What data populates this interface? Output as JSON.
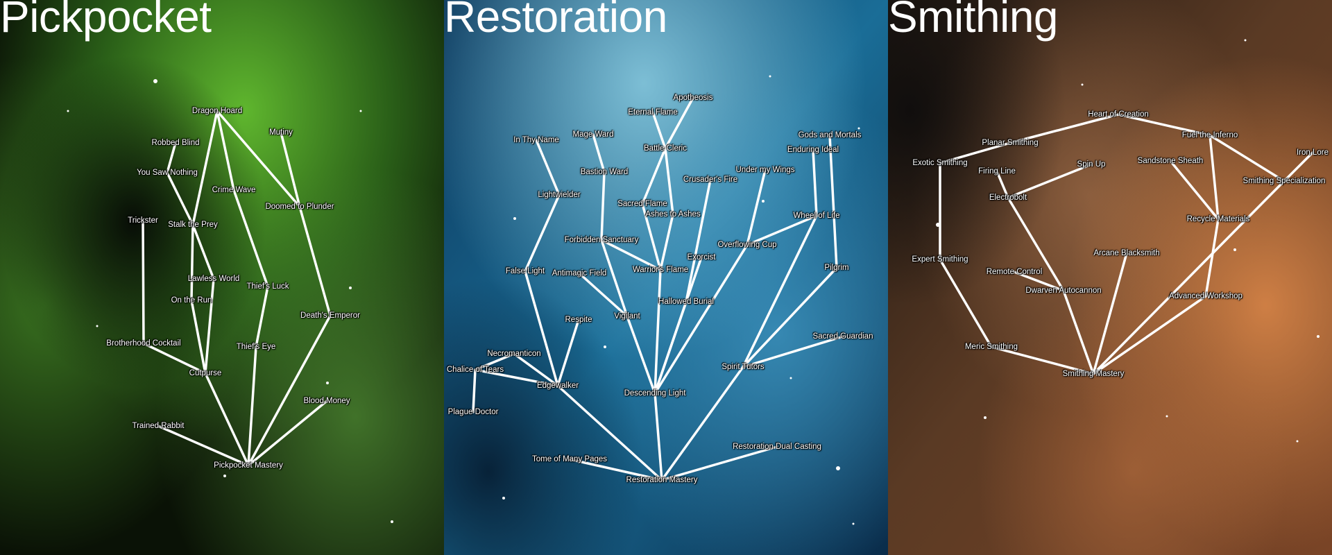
{
  "colors": {
    "pickpocket_bg": [
      "#0c1a08",
      "#2e6f16",
      "#59b52a",
      "#0a0f06"
    ],
    "restoration_bg": [
      "#0b2e4e",
      "#1f6b98",
      "#6fb7d6",
      "#08233e"
    ],
    "smithing_bg": [
      "#2c1d12",
      "#7a4a2a",
      "#c67a45",
      "#3a2416"
    ],
    "line": "#ffffff",
    "text": "#ffffff"
  },
  "trees": [
    {
      "title": "Pickpocket",
      "perks": [
        {
          "id": "dragon_hoard",
          "label": "Dragon Hoard"
        },
        {
          "id": "mutiny",
          "label": "Mutiny"
        },
        {
          "id": "robbed_blind",
          "label": "Robbed Blind"
        },
        {
          "id": "you_saw_nothing",
          "label": "You Saw Nothing"
        },
        {
          "id": "crime_wave",
          "label": "Crime Wave"
        },
        {
          "id": "doomed_to_plunder",
          "label": "Doomed to Plunder"
        },
        {
          "id": "trickster",
          "label": "Trickster"
        },
        {
          "id": "stalk_the_prey",
          "label": "Stalk the Prey"
        },
        {
          "id": "lawless_world",
          "label": "Lawless World"
        },
        {
          "id": "thiefs_luck",
          "label": "Thief's Luck"
        },
        {
          "id": "on_the_run",
          "label": "On the Run"
        },
        {
          "id": "deaths_emperor",
          "label": "Death's Emperor"
        },
        {
          "id": "brotherhood_cocktail",
          "label": "Brotherhood Cocktail"
        },
        {
          "id": "thiefs_eye",
          "label": "Thief's Eye"
        },
        {
          "id": "cutpurse",
          "label": "Cutpurse"
        },
        {
          "id": "blood_money",
          "label": "Blood Money"
        },
        {
          "id": "trained_rabbit",
          "label": "Trained Rabbit"
        },
        {
          "id": "pickpocket_mastery",
          "label": "Pickpocket Mastery"
        }
      ],
      "links": [
        [
          "pickpocket_mastery",
          "trained_rabbit"
        ],
        [
          "pickpocket_mastery",
          "cutpurse"
        ],
        [
          "pickpocket_mastery",
          "thiefs_eye"
        ],
        [
          "pickpocket_mastery",
          "deaths_emperor"
        ],
        [
          "pickpocket_mastery",
          "blood_money"
        ],
        [
          "cutpurse",
          "brotherhood_cocktail"
        ],
        [
          "brotherhood_cocktail",
          "trickster"
        ],
        [
          "cutpurse",
          "on_the_run"
        ],
        [
          "cutpurse",
          "lawless_world"
        ],
        [
          "on_the_run",
          "stalk_the_prey"
        ],
        [
          "lawless_world",
          "stalk_the_prey"
        ],
        [
          "stalk_the_prey",
          "you_saw_nothing"
        ],
        [
          "you_saw_nothing",
          "robbed_blind"
        ],
        [
          "stalk_the_prey",
          "dragon_hoard"
        ],
        [
          "thiefs_eye",
          "thiefs_luck"
        ],
        [
          "thiefs_luck",
          "crime_wave"
        ],
        [
          "crime_wave",
          "dragon_hoard"
        ],
        [
          "dragon_hoard",
          "doomed_to_plunder"
        ],
        [
          "doomed_to_plunder",
          "mutiny"
        ],
        [
          "doomed_to_plunder",
          "deaths_emperor"
        ]
      ]
    },
    {
      "title": "Restoration",
      "perks": [
        {
          "id": "apotheosis",
          "label": "Apotheosis"
        },
        {
          "id": "eternal_flame",
          "label": "Eternal Flame"
        },
        {
          "id": "mage_ward",
          "label": "Mage Ward"
        },
        {
          "id": "in_thy_name",
          "label": "In Thy Name"
        },
        {
          "id": "battle_cleric",
          "label": "Battle Cleric"
        },
        {
          "id": "gods_and_mortals",
          "label": "Gods and Mortals"
        },
        {
          "id": "enduring_ideal",
          "label": "Enduring Ideal"
        },
        {
          "id": "bastion_ward",
          "label": "Bastion Ward"
        },
        {
          "id": "under_my_wings",
          "label": "Under my Wings"
        },
        {
          "id": "crusaders_fire",
          "label": "Crusader's Fire"
        },
        {
          "id": "lightwielder",
          "label": "Lightwielder"
        },
        {
          "id": "sacred_flame",
          "label": "Sacred Flame"
        },
        {
          "id": "ashes_to_ashes",
          "label": "Ashes to Ashes"
        },
        {
          "id": "wheel_of_life",
          "label": "Wheel of Life"
        },
        {
          "id": "forbidden_sanctuary",
          "label": "Forbidden Sanctuary"
        },
        {
          "id": "overflowing_cup",
          "label": "Overflowing Cup"
        },
        {
          "id": "exorcist",
          "label": "Exorcist"
        },
        {
          "id": "false_light",
          "label": "False Light"
        },
        {
          "id": "antimagic_field",
          "label": "Antimagic Field"
        },
        {
          "id": "warriors_flame",
          "label": "Warrior's Flame"
        },
        {
          "id": "pilgrim",
          "label": "Pilgrim"
        },
        {
          "id": "hallowed_burial",
          "label": "Hallowed Burial"
        },
        {
          "id": "respite",
          "label": "Respite"
        },
        {
          "id": "vigilant",
          "label": "Vigilant"
        },
        {
          "id": "sacred_guardian",
          "label": "Sacred Guardian"
        },
        {
          "id": "necromanticon",
          "label": "Necromanticon"
        },
        {
          "id": "chalice_of_tears",
          "label": "Chalice of Tears"
        },
        {
          "id": "spirit_tutors",
          "label": "Spirit Tutors"
        },
        {
          "id": "edgewalker",
          "label": "Edgewalker"
        },
        {
          "id": "descending_light",
          "label": "Descending Light"
        },
        {
          "id": "plague_doctor",
          "label": "Plague Doctor"
        },
        {
          "id": "restoration_dual_casting",
          "label": "Restoration Dual Casting"
        },
        {
          "id": "tome_of_many_pages",
          "label": "Tome of Many Pages"
        },
        {
          "id": "restoration_mastery",
          "label": "Restoration Mastery"
        }
      ],
      "links": [
        [
          "restoration_mastery",
          "tome_of_many_pages"
        ],
        [
          "restoration_mastery",
          "restoration_dual_casting"
        ],
        [
          "restoration_mastery",
          "edgewalker"
        ],
        [
          "restoration_mastery",
          "descending_light"
        ],
        [
          "restoration_mastery",
          "spirit_tutors"
        ],
        [
          "edgewalker",
          "necromanticon"
        ],
        [
          "edgewalker",
          "chalice_of_tears"
        ],
        [
          "edgewalker",
          "respite"
        ],
        [
          "edgewalker",
          "false_light"
        ],
        [
          "chalice_of_tears",
          "necromanticon"
        ],
        [
          "chalice_of_tears",
          "plague_doctor"
        ],
        [
          "false_light",
          "lightwielder"
        ],
        [
          "lightwielder",
          "in_thy_name"
        ],
        [
          "descending_light",
          "vigilant"
        ],
        [
          "descending_light",
          "warriors_flame"
        ],
        [
          "descending_light",
          "hallowed_burial"
        ],
        [
          "descending_light",
          "exorcist"
        ],
        [
          "descending_light",
          "overflowing_cup"
        ],
        [
          "vigilant",
          "antimagic_field"
        ],
        [
          "vigilant",
          "forbidden_sanctuary"
        ],
        [
          "forbidden_sanctuary",
          "bastion_ward"
        ],
        [
          "forbidden_sanctuary",
          "warriors_flame"
        ],
        [
          "bastion_ward",
          "mage_ward"
        ],
        [
          "warriors_flame",
          "sacred_flame"
        ],
        [
          "warriors_flame",
          "ashes_to_ashes"
        ],
        [
          "sacred_flame",
          "battle_cleric"
        ],
        [
          "ashes_to_ashes",
          "battle_cleric"
        ],
        [
          "battle_cleric",
          "eternal_flame"
        ],
        [
          "battle_cleric",
          "apotheosis"
        ],
        [
          "hallowed_burial",
          "crusaders_fire"
        ],
        [
          "overflowing_cup",
          "under_my_wings"
        ],
        [
          "overflowing_cup",
          "wheel_of_life"
        ],
        [
          "spirit_tutors",
          "sacred_guardian"
        ],
        [
          "spirit_tutors",
          "pilgrim"
        ],
        [
          "spirit_tutors",
          "wheel_of_life"
        ],
        [
          "wheel_of_life",
          "enduring_ideal"
        ],
        [
          "pilgrim",
          "gods_and_mortals"
        ]
      ]
    },
    {
      "title": "Smithing",
      "perks": [
        {
          "id": "heart_of_creation",
          "label": "Heart of Creation"
        },
        {
          "id": "planar_smithing",
          "label": "Planar Smithing"
        },
        {
          "id": "fuel_the_inferno",
          "label": "Fuel the Inferno"
        },
        {
          "id": "iron_lore",
          "label": "Iron Lore"
        },
        {
          "id": "exotic_smithing",
          "label": "Exotic Smithing"
        },
        {
          "id": "spin_up",
          "label": "Spin Up"
        },
        {
          "id": "sandstone_sheath",
          "label": "Sandstone Sheath"
        },
        {
          "id": "firing_line",
          "label": "Firing Line"
        },
        {
          "id": "smithing_specialization",
          "label": "Smithing Specialization"
        },
        {
          "id": "electrobolt",
          "label": "Electrobolt"
        },
        {
          "id": "recycle_materials",
          "label": "Recycle Materials"
        },
        {
          "id": "arcane_blacksmith",
          "label": "Arcane Blacksmith"
        },
        {
          "id": "expert_smithing",
          "label": "Expert Smithing"
        },
        {
          "id": "remote_control",
          "label": "Remote Control"
        },
        {
          "id": "dwarven_autocannon",
          "label": "Dwarven Autocannon"
        },
        {
          "id": "advanced_workshop",
          "label": "Advanced Workshop"
        },
        {
          "id": "meric_smithing",
          "label": "Meric Smithing"
        },
        {
          "id": "smithing_mastery",
          "label": "Smithing Mastery"
        }
      ],
      "links": [
        [
          "smithing_mastery",
          "meric_smithing"
        ],
        [
          "smithing_mastery",
          "dwarven_autocannon"
        ],
        [
          "smithing_mastery",
          "arcane_blacksmith"
        ],
        [
          "smithing_mastery",
          "advanced_workshop"
        ],
        [
          "smithing_mastery",
          "smithing_specialization"
        ],
        [
          "meric_smithing",
          "expert_smithing"
        ],
        [
          "expert_smithing",
          "exotic_smithing"
        ],
        [
          "exotic_smithing",
          "planar_smithing"
        ],
        [
          "planar_smithing",
          "heart_of_creation"
        ],
        [
          "heart_of_creation",
          "fuel_the_inferno"
        ],
        [
          "fuel_the_inferno",
          "recycle_materials"
        ],
        [
          "fuel_the_inferno",
          "smithing_specialization"
        ],
        [
          "smithing_specialization",
          "iron_lore"
        ],
        [
          "recycle_materials",
          "sandstone_sheath"
        ],
        [
          "recycle_materials",
          "advanced_workshop"
        ],
        [
          "dwarven_autocannon",
          "remote_control"
        ],
        [
          "dwarven_autocannon",
          "electrobolt"
        ],
        [
          "electrobolt",
          "firing_line"
        ],
        [
          "electrobolt",
          "spin_up"
        ]
      ]
    }
  ]
}
